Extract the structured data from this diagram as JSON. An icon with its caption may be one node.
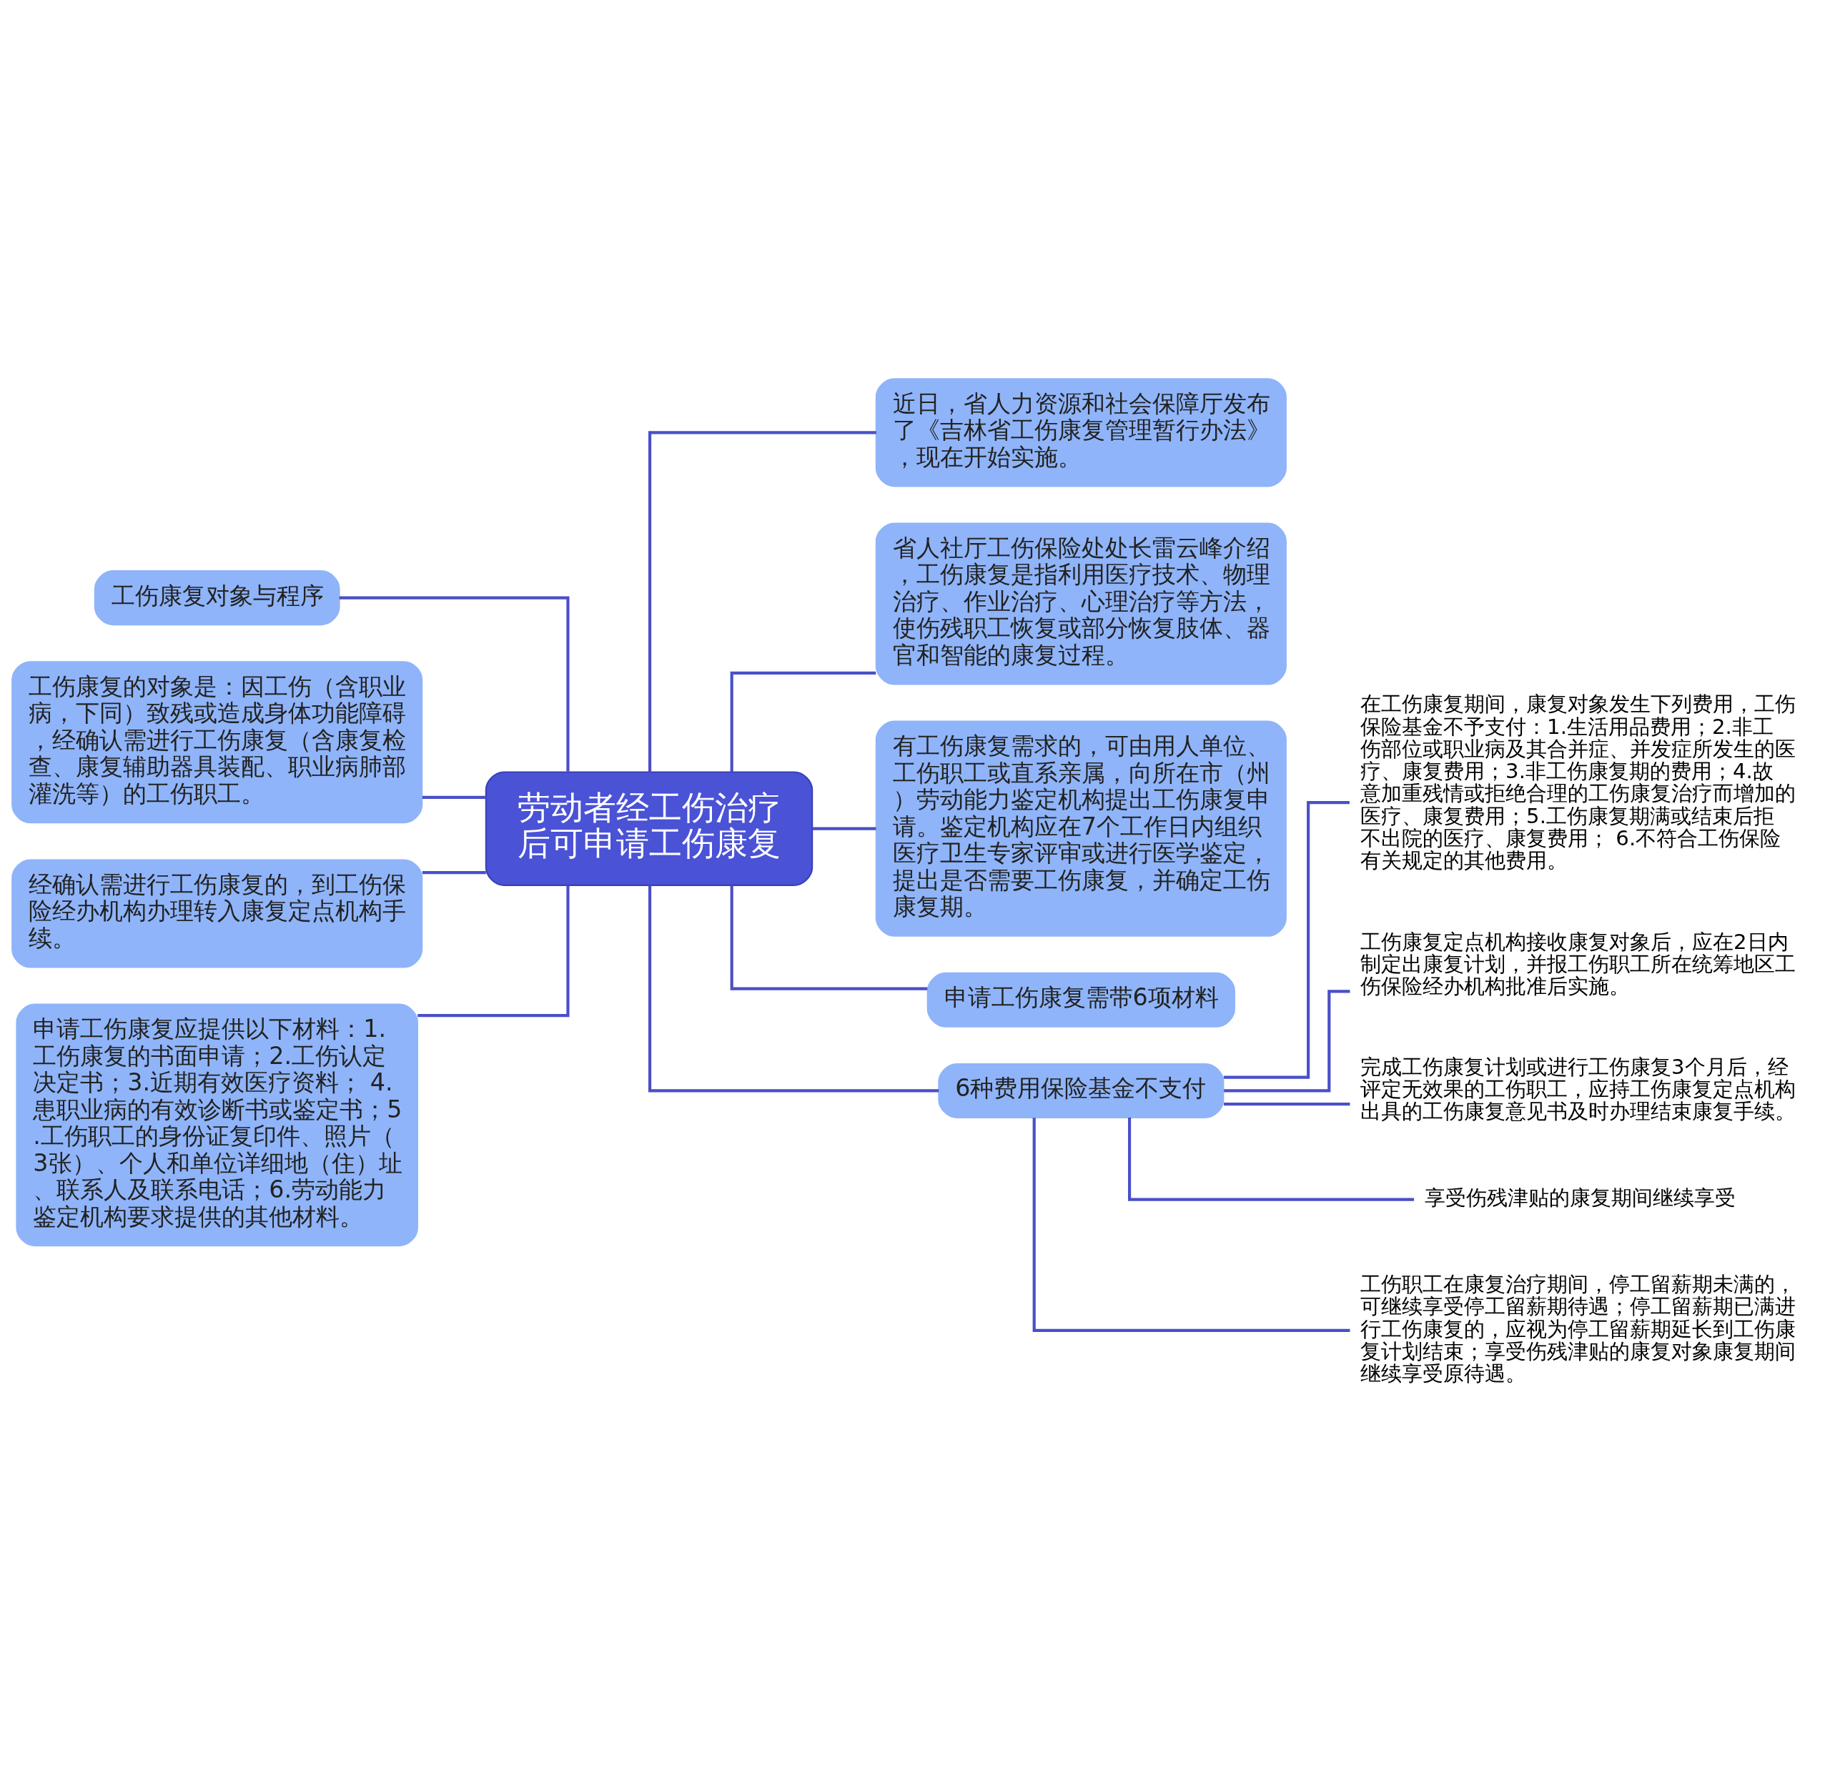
{
  "diagram": {
    "nodes": [
      {
        "text": [
          "劳动者经工伤治疗后可申请工伤康复"
        ]
      },
      {
        "text": [
          "工伤康复对象与程序"
        ]
      },
      {
        "text": [
          "工伤康复的对象是：因工伤（含职业病，下同）致残或造成身体功能障碍，经确认需进行工伤康复（含康复检查、康复辅助器具装配、职业病肺部灌洗等）的工伤职工。"
        ]
      },
      {
        "text": [
          "经确认需进行工伤康复的，到工伤保险经办机构办理转入康复定点机构手续。"
        ]
      },
      {
        "text": [
          "申请工伤康复应提供以下材料：1.工伤康复的书面申请；2.工伤认定决定书；3.近期有效医疗资料； 4.患职业病的有效诊断书或鉴定书；5.工伤职工的身份证复印件、照片（3张）、个人和单位详细地（住）址、联系人及联系电话；6.劳动能力鉴定机构要求提供的其他材料。"
        ]
      },
      {
        "text": [
          "近日，省人力资源和社会保障厅发布了《吉林省工伤康复管理暂行办法》，现在开始实施。"
        ]
      },
      {
        "text": [
          "省人社厅工伤保险处处长雷云峰介绍，工伤康复是指利用医疗技术、物理治疗、作业治疗、心理治疗等方法，使伤残职工恢复或部分恢复肢体、器官和智能的康复过程。"
        ]
      },
      {
        "text": [
          "有工伤康复需求的，可由用人单位、工伤职工或直系亲属，向所在市（州）劳动能力鉴定机构提出工伤康复申请。鉴定机构应在7个工作日内组织医疗卫生专家评审或进行医学鉴定，提出是否需要工伤康复，并确定工伤康复期。"
        ]
      },
      {
        "text": [
          "申请工伤康复需带6项材料"
        ]
      },
      {
        "text": [
          "6种费用保险基金不支付"
        ]
      },
      {
        "text": [
          "在工伤康复期间，康复对象发生下列费用，工伤保险基金不予支付：1.生活用品费用；2.非工伤部位或职业病及其合并症、并发症所发生的医疗、康复费用；3.非工伤康复期的费用；4.故意加重残情或拒绝合理的工伤康复治疗而增加的医疗、康复费用；5.工伤康复期满或结束后拒不出院的医疗、康复费用； 6.不符合工伤保险有关规定的其他费用。"
        ]
      },
      {
        "text": [
          "工伤康复定点机构接收康复对象后，应在2日内制定出康复计划，并报工伤职工所在统筹地区工伤保险经办机构批准后实施。"
        ]
      },
      {
        "text": [
          "完成工伤康复计划或进行工伤康复3个月后，经评定无效果的工伤职工，应持工伤康复定点机构出具的工伤康复意见书及时办理结束康复手续。"
        ]
      },
      {
        "text": [
          "享受伤残津贴的康复期间继续享受"
        ]
      },
      {
        "text": [
          "工伤职工在康复治疗期间，停工留薪期未满的，可继续享受停工留薪期待遇；停工留薪期已满进行工伤康复的，应视为停工留薪期延长到工伤康复计划结束；享受伤残津贴的康复对象康复期间继续享受原待遇。"
        ]
      }
    ],
    "edges": [
      {
        "from": 0,
        "to": 1,
        "arrow": "none"
      },
      {
        "from": 0,
        "to": 2,
        "arrow": "none"
      },
      {
        "from": 0,
        "to": 3,
        "arrow": "none"
      },
      {
        "from": 0,
        "to": 4,
        "arrow": "none"
      },
      {
        "from": 0,
        "to": 5,
        "arrow": "none"
      },
      {
        "from": 0,
        "to": 6,
        "arrow": "none"
      },
      {
        "from": 0,
        "to": 7,
        "arrow": "none"
      },
      {
        "from": 0,
        "to": 8,
        "arrow": "none"
      },
      {
        "from": 0,
        "to": 9,
        "arrow": "none"
      },
      {
        "from": 9,
        "to": 10,
        "arrow": "none"
      },
      {
        "from": 9,
        "to": 11,
        "arrow": "none"
      },
      {
        "from": 9,
        "to": 12,
        "arrow": "none"
      },
      {
        "from": 9,
        "to": 13,
        "arrow": "none"
      },
      {
        "from": 9,
        "to": 14,
        "arrow": "none"
      }
    ]
  }
}
